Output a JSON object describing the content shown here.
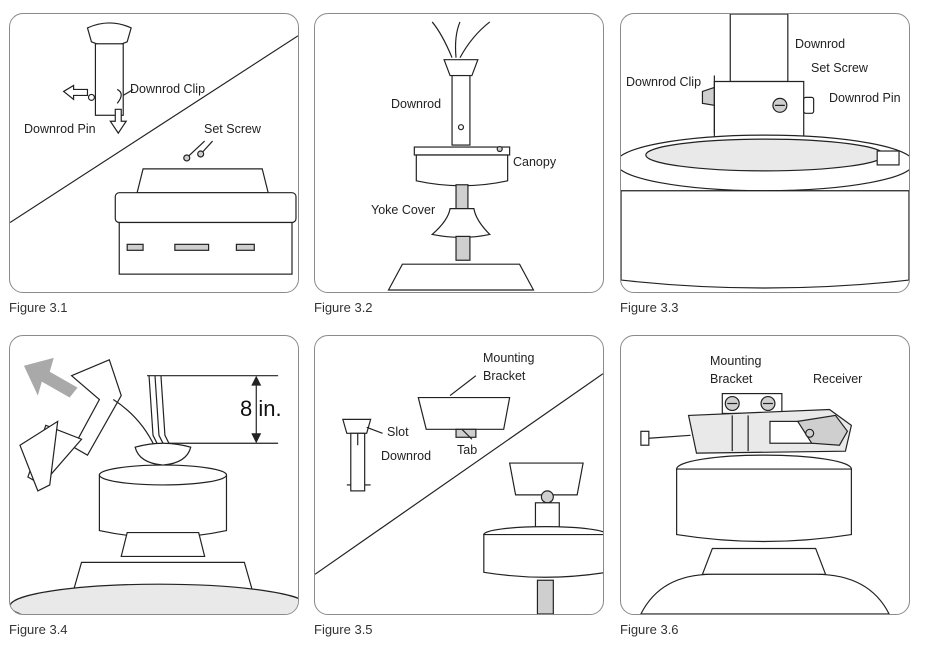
{
  "figures": [
    {
      "caption": "Figure 3.1",
      "labels": {
        "clip": "Downrod Clip",
        "pin": "Downrod Pin",
        "screw": "Set Screw"
      }
    },
    {
      "caption": "Figure 3.2",
      "labels": {
        "downrod": "Downrod",
        "canopy": "Canopy",
        "yoke": "Yoke Cover"
      }
    },
    {
      "caption": "Figure 3.3",
      "labels": {
        "downrod": "Downrod",
        "screw": "Set Screw",
        "clip": "Downrod Clip",
        "pin": "Downrod Pin"
      }
    },
    {
      "caption": "Figure 3.4",
      "labels": {
        "measure": "8 in."
      }
    },
    {
      "caption": "Figure 3.5",
      "labels": {
        "bracket_line1": "Mounting",
        "bracket_line2": "Bracket",
        "slot": "Slot",
        "downrod": "Downrod",
        "tab": "Tab"
      }
    },
    {
      "caption": "Figure 3.6",
      "labels": {
        "bracket_line1": "Mounting",
        "bracket_line2": "Bracket",
        "receiver": "Receiver"
      }
    }
  ]
}
